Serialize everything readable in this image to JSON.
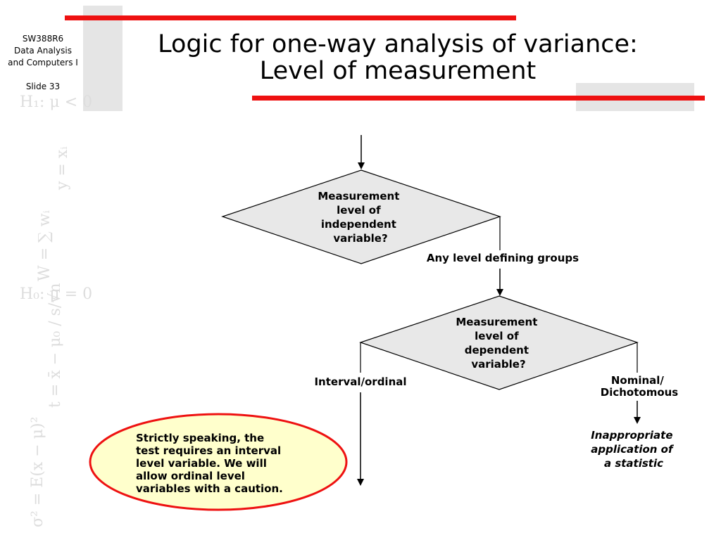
{
  "sidebar": {
    "course_code": "SW388R6",
    "course_line1": "Data Analysis",
    "course_line2": "and Computers I",
    "slide_label": "Slide 33",
    "watermark_formulas": [
      "H₁: μ < 0",
      "y = xᵢ",
      "W = ∑ wᵢ",
      "H₀: μ = 0",
      "t = x̄ − μ₀ / s/√n",
      "σ² = E(x − μ)²"
    ]
  },
  "title": {
    "line1": "Logic for one-way analysis of variance:",
    "line2": "Level of measurement"
  },
  "flowchart": {
    "decision1": [
      "Measurement",
      "level of",
      "independent",
      "variable?"
    ],
    "branch1_label": "Any level defining groups",
    "decision2": [
      "Measurement",
      "level of",
      "dependent",
      "variable?"
    ],
    "left_branch_label": "Interval/ordinal",
    "right_branch_label": [
      "Nominal/",
      "Dichotomous"
    ],
    "outcome_right": [
      "Inappropriate",
      "application of",
      "a statistic"
    ],
    "note": [
      "Strictly speaking, the",
      "test requires an interval",
      "level variable. We will",
      "allow ordinal level",
      "variables with a caution."
    ]
  },
  "colors": {
    "accent_red": "#ee1111",
    "bar_gray": "#e5e5e5",
    "diamond_fill": "#e8e8e8",
    "note_fill": "#ffffcc",
    "note_border": "#ee1111",
    "watermark": "#dddddd"
  }
}
